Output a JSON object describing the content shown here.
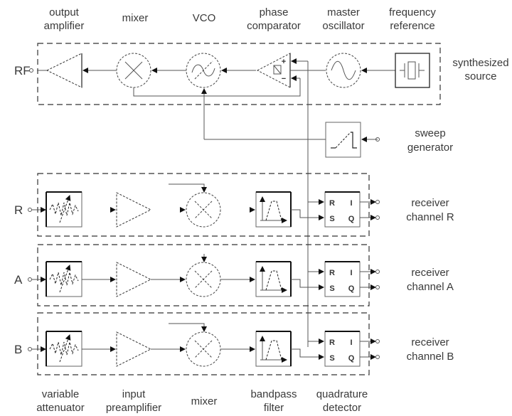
{
  "top_labels": {
    "output_amplifier": [
      "output",
      "amplifier"
    ],
    "mixer": [
      "mixer"
    ],
    "vco": [
      "VCO"
    ],
    "phase_comparator": [
      "phase",
      "comparator"
    ],
    "master_oscillator": [
      "master",
      "oscillator"
    ],
    "frequency_reference": [
      "frequency",
      "reference"
    ]
  },
  "port_labels": {
    "rf": "RF",
    "r": "R",
    "a": "A",
    "b": "B"
  },
  "side_labels": {
    "synthesized_source": [
      "synthesized",
      "source"
    ],
    "sweep_generator": [
      "sweep",
      "generator"
    ],
    "receiver_r": [
      "receiver",
      "channel R"
    ],
    "receiver_a": [
      "receiver",
      "channel A"
    ],
    "receiver_b": [
      "receiver",
      "channel B"
    ]
  },
  "bottom_labels": {
    "variable_attenuator": [
      "variable",
      "attenuator"
    ],
    "input_preamplifier": [
      "input",
      "preamplifier"
    ],
    "mixer": [
      "mixer"
    ],
    "bandpass_filter": [
      "bandpass",
      "filter"
    ],
    "quadrature_detector": [
      "quadrature",
      "detector"
    ]
  },
  "detector_pins": {
    "r": "R",
    "s": "S",
    "i": "I",
    "q": "Q"
  },
  "comparator_pins": {
    "plus": "+",
    "minus": "−"
  }
}
